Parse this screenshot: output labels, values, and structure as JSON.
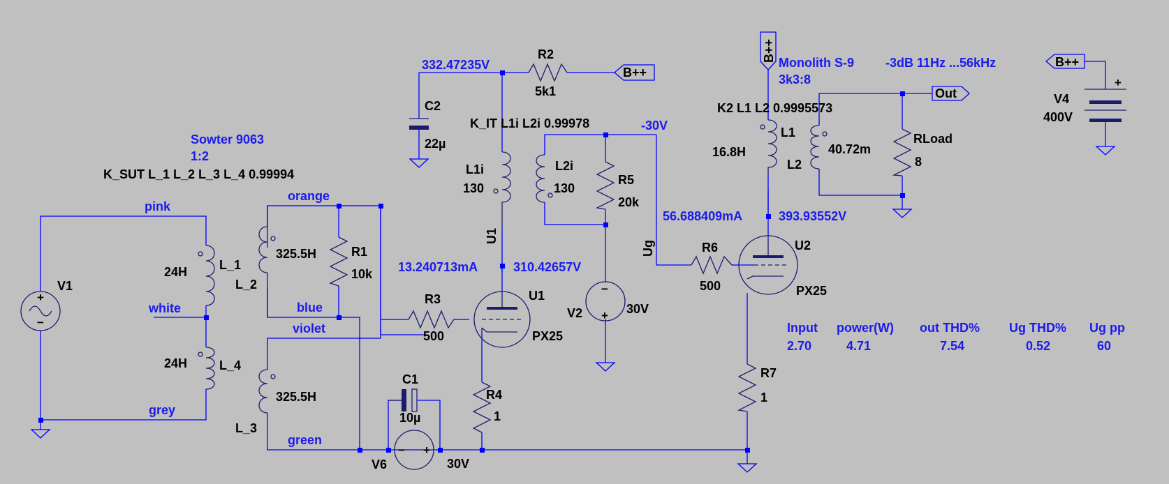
{
  "colors": {
    "background": "#c0c0c0",
    "wire": "#0000ff",
    "component": "#1c1c6e",
    "label": "#1a1aee",
    "text": "#000000"
  },
  "icons": {
    "source": "ac-voltage-source-icon",
    "dc": "dc-voltage-source-icon",
    "battery": "battery-icon",
    "ground": "ground-icon",
    "resistor": "resistor-icon",
    "inductor": "inductor-icon",
    "capacitor": "capacitor-icon",
    "triode": "triode-tube-icon",
    "port": "net-port-icon"
  },
  "input_transformer": {
    "title": "Sowter 9063",
    "ratio": "1:2",
    "coupling": "K_SUT L_1 L_2 L_3 L_4 0.99994",
    "L_1": {
      "name": "L_1",
      "value": "24H"
    },
    "L_4": {
      "name": "L_4",
      "value": "24H"
    },
    "L_2": {
      "name": "L_2",
      "value": "325.5H"
    },
    "L_3": {
      "name": "L_3",
      "value": "325.5H"
    },
    "wires": {
      "pink": "pink",
      "white": "white",
      "grey": "grey",
      "orange": "orange",
      "blue": "blue",
      "violet": "violet",
      "green": "green"
    }
  },
  "V1": {
    "name": "V1"
  },
  "R1": {
    "name": "R1",
    "value": "10k"
  },
  "R3": {
    "name": "R3",
    "value": "500"
  },
  "R4": {
    "name": "R4",
    "value": "1"
  },
  "C1": {
    "name": "C1",
    "value": "10µ"
  },
  "V6": {
    "name": "V6",
    "value": "30V"
  },
  "U1": {
    "name": "U1",
    "model": "PX25",
    "net": "U1",
    "current": "13.240713mA",
    "voltage": "310.42657V"
  },
  "interstage": {
    "coupling": "K_IT L1i L2i  0.99978",
    "L1i": {
      "name": "L1i",
      "value": "130"
    },
    "L2i": {
      "name": "L2i",
      "value": "130"
    }
  },
  "C2": {
    "name": "C2",
    "value": "22µ"
  },
  "R2": {
    "name": "R2",
    "value": "5k1"
  },
  "node_b_voltage": "332.47235V",
  "ports": {
    "bpp": "B++",
    "out": "Out"
  },
  "bias_label": "-30V",
  "R5": {
    "name": "R5",
    "value": "20k"
  },
  "V2": {
    "name": "V2",
    "value": "30V"
  },
  "Ug": "Ug",
  "R6": {
    "name": "R6",
    "value": "500"
  },
  "U2": {
    "name": "U2",
    "model": "PX25",
    "current": "56.688409mA",
    "voltage": "393.93552V"
  },
  "R7": {
    "name": "R7",
    "value": "1"
  },
  "output_transformer": {
    "title": "Monolith S-9",
    "ratio": "3k3:8",
    "coupling": "K2 L1 L2 0.9995573",
    "L1": {
      "name": "L1",
      "value": "16.8H"
    },
    "L2": {
      "name": "L2",
      "value": "40.72m"
    }
  },
  "bandwidth": "-3dB 11Hz ...56kHz",
  "RLoad": {
    "name": "RLoad",
    "value": "8"
  },
  "V4": {
    "name": "V4",
    "value": "400V"
  },
  "results": {
    "headers": [
      "Input",
      "power(W)",
      "out THD%",
      "Ug THD%",
      "Ug pp"
    ],
    "values": [
      "2.70",
      "4.71",
      "7.54",
      "0.52",
      "60"
    ]
  }
}
